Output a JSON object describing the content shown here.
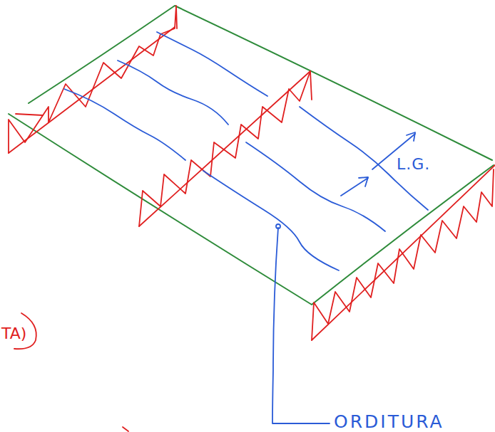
{
  "diagram": {
    "labels": [
      "L.G.",
      "ORDITURA",
      "TA)"
    ]
  }
}
